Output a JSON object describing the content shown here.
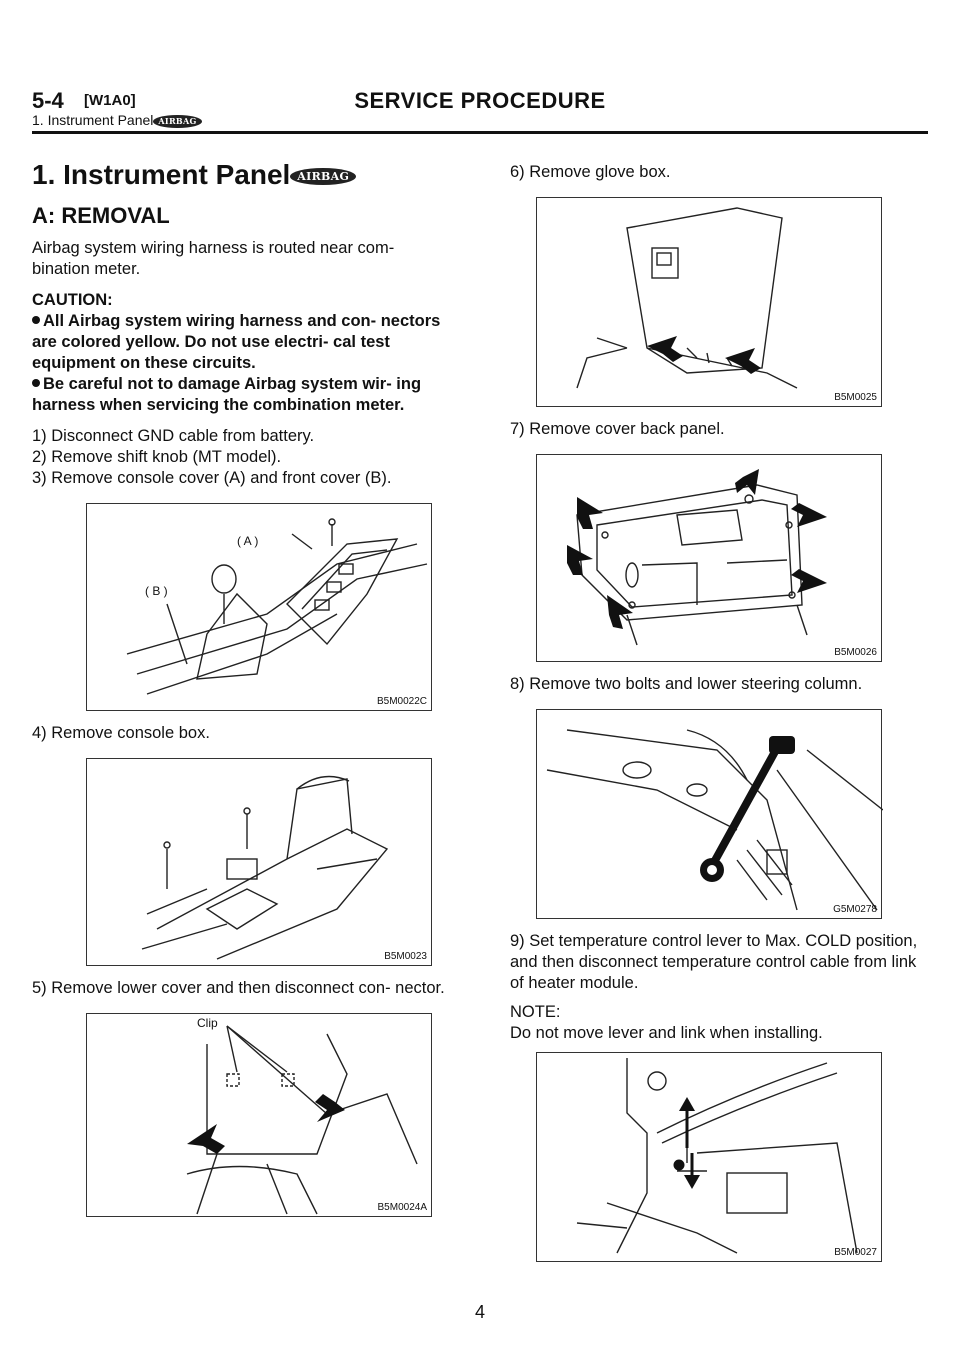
{
  "header": {
    "section_number": "5-4",
    "code": "[W1A0]",
    "title": "SERVICE PROCEDURE",
    "subtitle": "1. Instrument Panel",
    "badge": "AIRBAG"
  },
  "left": {
    "heading": "1. Instrument Panel",
    "subheading": "A: REMOVAL",
    "intro": "Airbag system wiring harness is routed near com- bination meter.",
    "caution_label": "CAUTION:",
    "caution_items": [
      "All Airbag system wiring harness and con- nectors are colored yellow. Do not use electri- cal test equipment on these circuits.",
      "Be careful not to damage Airbag system wir- ing harness when servicing the combination meter."
    ],
    "steps": [
      "1) Disconnect GND cable from battery.",
      "2) Remove shift knob (MT model).",
      "3) Remove console cover (A) and front cover (B)."
    ],
    "fig1": {
      "caption": "B5M0022C",
      "label_a": "( A )",
      "label_b": "( B )"
    },
    "step4": "4) Remove console box.",
    "fig2": {
      "caption": "B5M0023"
    },
    "step5": "5) Remove lower cover and then disconnect con- nector.",
    "fig3": {
      "caption": "B5M0024A",
      "label_clip": "Clip"
    }
  },
  "right": {
    "step6": "6) Remove glove box.",
    "fig4": {
      "caption": "B5M0025"
    },
    "step7": "7) Remove cover back panel.",
    "fig5": {
      "caption": "B5M0026"
    },
    "step8": "8) Remove two bolts and lower steering column.",
    "fig6": {
      "caption": "G5M0278"
    },
    "step9": "9) Set temperature control lever to Max. COLD position, and then disconnect temperature control cable from link of heater module.",
    "note_label": "NOTE:",
    "note_text": "Do not move lever and link when installing.",
    "fig7": {
      "caption": "B5M0027"
    }
  },
  "page_number": "4"
}
